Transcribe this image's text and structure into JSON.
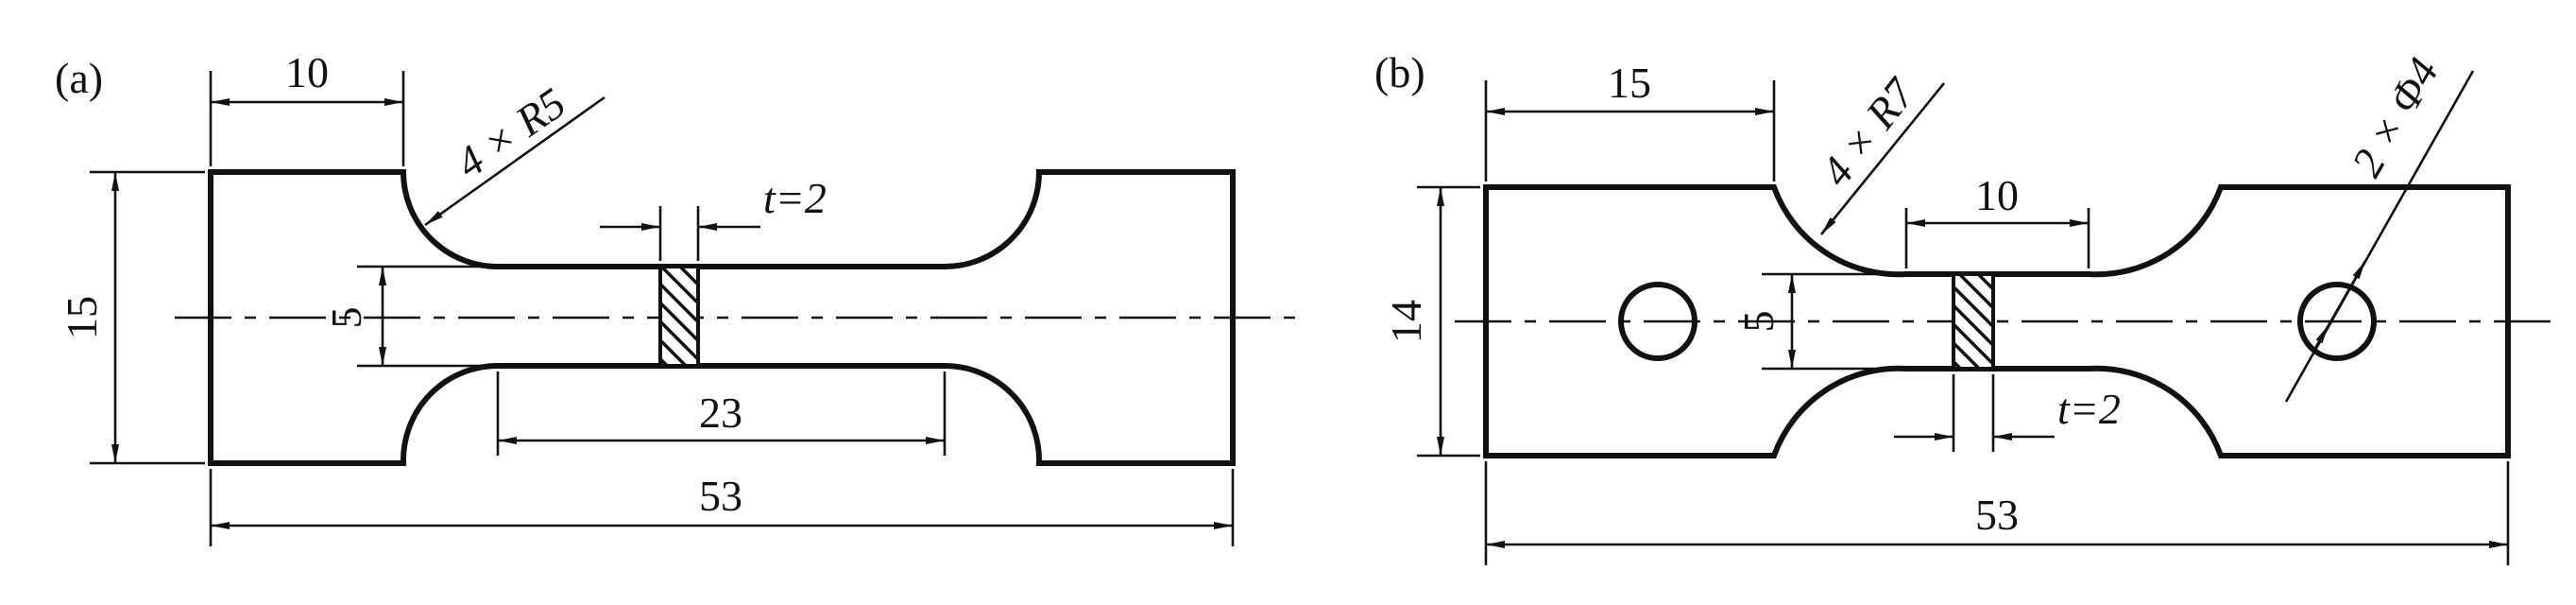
{
  "figure_a": {
    "label": "(a)",
    "dims": {
      "d10": "10",
      "radius": "4 × R5",
      "t": "t=2",
      "d15": "15",
      "d5": "5",
      "d23": "23",
      "d53": "53"
    }
  },
  "figure_b": {
    "label": "(b)",
    "dims": {
      "d15": "15",
      "radius": "4 × R7",
      "hole": "2 × Φ4",
      "d10": "10",
      "d14": "14",
      "d5": "5",
      "t": "t=2",
      "d53": "53"
    }
  },
  "colors": {
    "line": "#111111",
    "background": "#ffffff"
  }
}
